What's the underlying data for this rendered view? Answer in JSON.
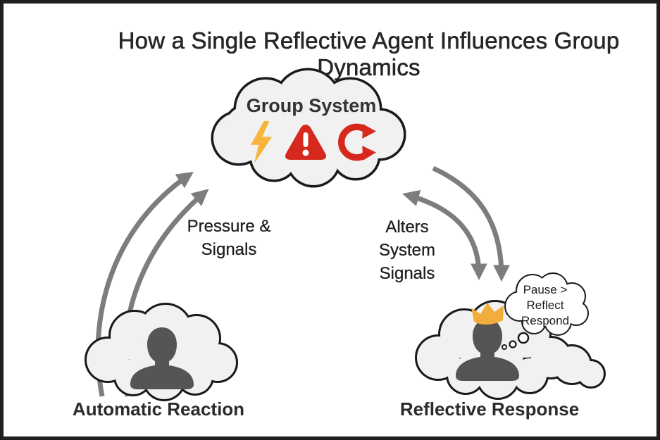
{
  "title": "How a Single Reflective Agent Influences Group Dynamics",
  "group_system": {
    "label": "Group System",
    "icons": [
      {
        "name": "lightning-bolt-icon",
        "color": "#F6B43A"
      },
      {
        "name": "warning-triangle-icon",
        "color": "#D7281E"
      },
      {
        "name": "cycle-arrow-icon",
        "color": "#D7281E"
      }
    ]
  },
  "arrows": {
    "left_label": {
      "line1": "Pressure &",
      "line2": "Signals"
    },
    "right_label": {
      "line1": "Alters",
      "line2": "System",
      "line3": "Signals"
    }
  },
  "agents": {
    "automatic": {
      "label": "Automatic Reaction"
    },
    "reflective": {
      "label": "Reflective Response",
      "thought_bubble": {
        "line1": "Pause >",
        "line2": "Reflect",
        "line3": "Respond"
      }
    }
  },
  "colors": {
    "lightning_gold": "#F6B43A",
    "alert_red": "#D7281E",
    "crown_gold": "#F2AE3C",
    "arrow_gray": "#7D7D7D",
    "cloud_fill": "#F1F1F1",
    "outline_black": "#1A1A1A",
    "silhouette_gray": "#555555",
    "text_dark": "#272727"
  }
}
